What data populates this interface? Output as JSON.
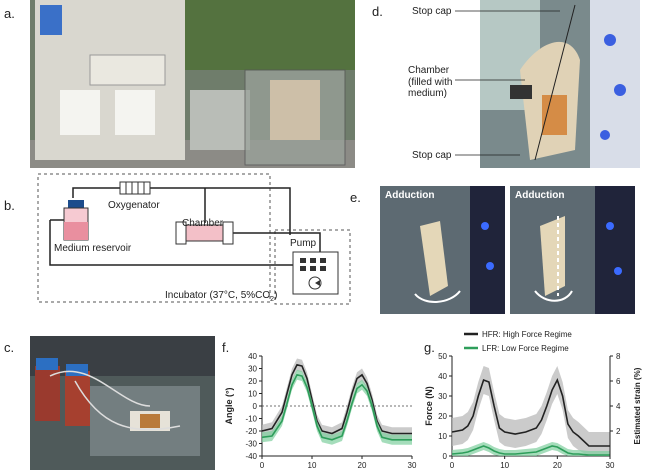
{
  "panels": {
    "a": {
      "letter": "a."
    },
    "b": {
      "letter": "b.",
      "oxygenator": "Oxygenator",
      "chamber": "Chamber",
      "reservoir": "Medium reservoir",
      "pump": "Pump",
      "incubator": "Incubator (37°C, 5%CO",
      "incubator_sub": "2",
      "incubator_end": ")"
    },
    "c": {
      "letter": "c."
    },
    "d": {
      "letter": "d.",
      "stop_cap_top": "Stop cap",
      "chamber_l1": "Chamber",
      "chamber_l2": "(filled with",
      "chamber_l3": "medium)",
      "stop_cap_bottom": "Stop cap"
    },
    "e": {
      "letter": "e.",
      "left": "Adduction",
      "right": "Adduction"
    },
    "f": {
      "letter": "f."
    },
    "g": {
      "letter": "g."
    }
  },
  "colors": {
    "black_series": "#222222",
    "green_series": "#2e9e5b",
    "green_fill": "#7fcf9e",
    "grey_fill": "#b5b5b5"
  },
  "chart_data": [
    {
      "type": "line",
      "panel": "f",
      "ylabel": "Angle (°)",
      "xlabel": "",
      "xlim": [
        0,
        30
      ],
      "ylim": [
        -40,
        40
      ],
      "xticks": [
        "0",
        "10",
        "20",
        "30"
      ],
      "yticks": [
        "40",
        "30",
        "20",
        "10",
        "0",
        "-10",
        "-20",
        "-30",
        "-40"
      ],
      "reference_line_y": 0,
      "series": [
        {
          "color": "black",
          "x": [
            0,
            2,
            4,
            5,
            6,
            7,
            8,
            9,
            10,
            11,
            12,
            14,
            16,
            17,
            18,
            19,
            20,
            21,
            22,
            23,
            24,
            26,
            28,
            30
          ],
          "y": [
            -20,
            -18,
            -5,
            10,
            25,
            33,
            32,
            22,
            5,
            -12,
            -20,
            -22,
            -18,
            -5,
            10,
            22,
            25,
            18,
            5,
            -12,
            -20,
            -22,
            -22,
            -22
          ],
          "band": 5
        },
        {
          "color": "green",
          "x": [
            0,
            2,
            4,
            5,
            6,
            7,
            8,
            9,
            10,
            11,
            12,
            14,
            16,
            17,
            18,
            19,
            20,
            21,
            22,
            23,
            24,
            26,
            28,
            30
          ],
          "y": [
            -25,
            -24,
            -12,
            2,
            17,
            25,
            24,
            15,
            0,
            -16,
            -25,
            -27,
            -24,
            -12,
            2,
            14,
            17,
            12,
            0,
            -16,
            -25,
            -27,
            -27,
            -27
          ],
          "band": 4
        }
      ]
    },
    {
      "type": "line",
      "panel": "g",
      "ylabel": "Force (N)",
      "y2label": "Estimated strain (%)",
      "xlim": [
        0,
        30
      ],
      "ylim": [
        0,
        50
      ],
      "y2lim": [
        0,
        8
      ],
      "xticks": [
        "0",
        "10",
        "20",
        "30"
      ],
      "yticks": [
        "50",
        "40",
        "30",
        "20",
        "10",
        "0"
      ],
      "y2ticks": [
        "8",
        "6",
        "4",
        "2"
      ],
      "legend": [
        "HFR: High Force Regime",
        "LFR: Low Force Regime"
      ],
      "series": [
        {
          "name": "HFR: High Force Regime",
          "color": "black",
          "x": [
            0,
            2,
            3,
            4,
            5,
            6,
            7,
            8,
            9,
            10,
            12,
            14,
            16,
            17,
            18,
            19,
            20,
            21,
            22,
            23,
            24,
            26,
            28,
            30
          ],
          "y": [
            12,
            13,
            15,
            20,
            30,
            38,
            37,
            25,
            14,
            12,
            11,
            12,
            14,
            18,
            25,
            33,
            38,
            30,
            16,
            12,
            10,
            5,
            5,
            5
          ],
          "band": 7
        },
        {
          "name": "LFR: Low Force Regime",
          "color": "green",
          "x": [
            0,
            2,
            3,
            4,
            5,
            6,
            7,
            8,
            9,
            10,
            12,
            14,
            16,
            17,
            18,
            19,
            20,
            21,
            22,
            23,
            24,
            26,
            28,
            30
          ],
          "y": [
            1,
            1.5,
            2,
            3,
            4,
            5,
            4,
            2.5,
            1.5,
            1,
            1,
            1.5,
            2,
            3,
            4,
            5,
            4.5,
            3,
            1.5,
            1,
            1,
            0.5,
            0.5,
            0.5
          ],
          "band": 2
        }
      ]
    }
  ]
}
